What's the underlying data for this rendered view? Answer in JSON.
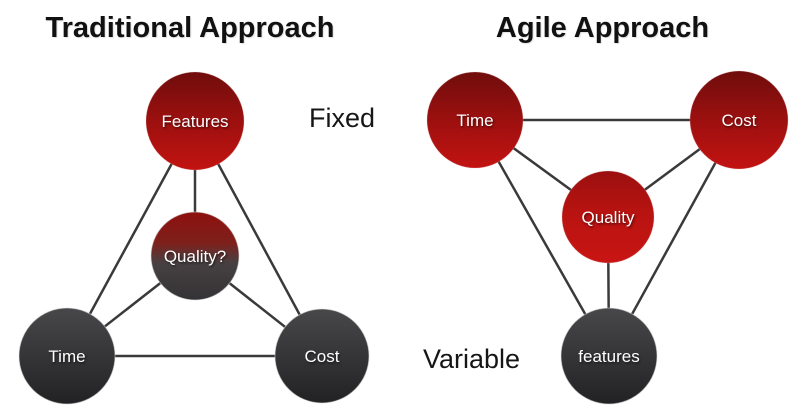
{
  "slide": {
    "background": "#ffffff"
  },
  "left_diagram": {
    "title": "Traditional Approach",
    "side_label": "Fixed",
    "nodes": {
      "features": {
        "label": "Features",
        "state": "fixed"
      },
      "quality": {
        "label": "Quality?",
        "state": "mixed"
      },
      "time": {
        "label": "Time",
        "state": "variable"
      },
      "cost": {
        "label": "Cost",
        "state": "variable"
      }
    }
  },
  "right_diagram": {
    "title": "Agile Approach",
    "side_label": "Variable",
    "nodes": {
      "time": {
        "label": "Time",
        "state": "fixed"
      },
      "cost": {
        "label": "Cost",
        "state": "fixed"
      },
      "quality": {
        "label": "Quality",
        "state": "fixed"
      },
      "features": {
        "label": "features",
        "state": "variable"
      }
    }
  },
  "colors": {
    "fixed_red_dark": "#6f0d0c",
    "fixed_red_bright": "#c21311",
    "variable_gray_light": "#48484a",
    "variable_gray_dark": "#222224",
    "connector": "#3a3a3a",
    "node_text": "#ffffff",
    "heading_text": "#111111"
  }
}
